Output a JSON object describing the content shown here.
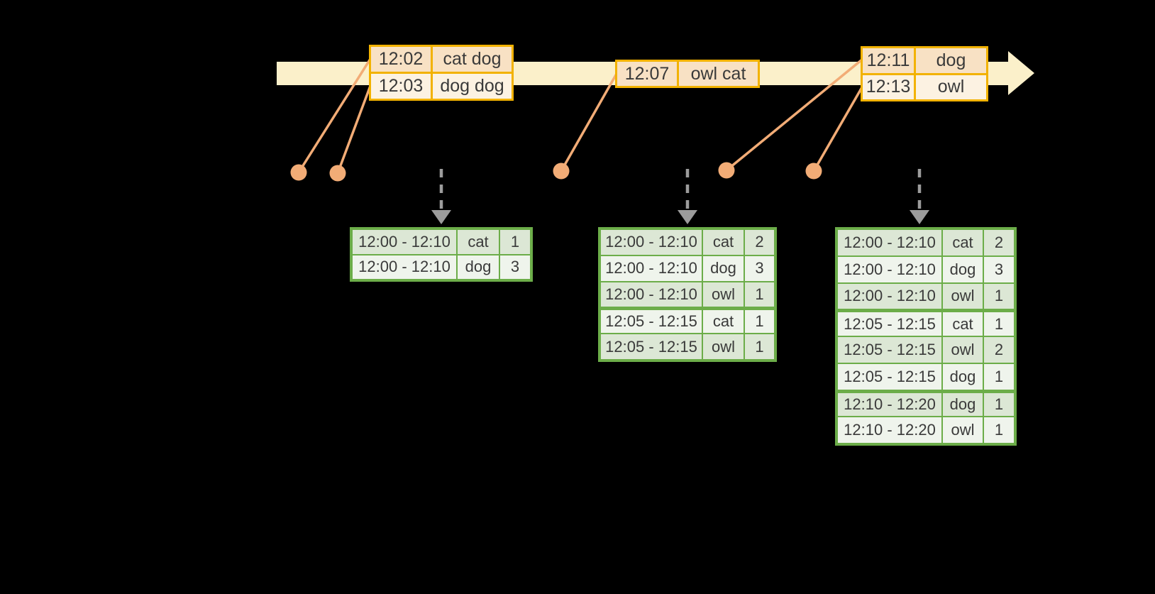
{
  "diagram": {
    "kind": "streaming-windowed-aggregation-timeline",
    "background_color": "#000000"
  },
  "colors": {
    "timeline_bar": "#FBF0CA",
    "event_table_border": "#F2B200",
    "event_row_dark": "#F8E1C4",
    "event_row_light": "#FCF2E2",
    "connector_and_dots": "#F2AC76",
    "trigger_arrow_gray": "#9C9C9C",
    "result_table_border": "#6CAD49",
    "result_row_dark": "#DCE7D5",
    "result_row_light": "#EFF4EC",
    "text": "#3A3A3A"
  },
  "timeline": {
    "direction": "left-to-right"
  },
  "event_tables": [
    {
      "rows": [
        {
          "time": "12:02",
          "words": "cat dog"
        },
        {
          "time": "12:03",
          "words": "dog dog"
        }
      ]
    },
    {
      "rows": [
        {
          "time": "12:07",
          "words": "owl cat"
        }
      ]
    },
    {
      "rows": [
        {
          "time": "12:11",
          "words": "dog"
        },
        {
          "time": "12:13",
          "words": "owl"
        }
      ]
    }
  ],
  "result_tables": [
    {
      "rows": [
        {
          "window": "12:00 - 12:10",
          "word": "cat",
          "count": "1"
        },
        {
          "window": "12:00 - 12:10",
          "word": "dog",
          "count": "3"
        }
      ]
    },
    {
      "rows": [
        {
          "window": "12:00 - 12:10",
          "word": "cat",
          "count": "2"
        },
        {
          "window": "12:00 - 12:10",
          "word": "dog",
          "count": "3"
        },
        {
          "window": "12:00 - 12:10",
          "word": "owl",
          "count": "1"
        },
        {
          "window": "12:05 - 12:15",
          "word": "cat",
          "count": "1"
        },
        {
          "window": "12:05 - 12:15",
          "word": "owl",
          "count": "1"
        }
      ]
    },
    {
      "rows": [
        {
          "window": "12:00 - 12:10",
          "word": "cat",
          "count": "2"
        },
        {
          "window": "12:00 - 12:10",
          "word": "dog",
          "count": "3"
        },
        {
          "window": "12:00 - 12:10",
          "word": "owl",
          "count": "1"
        },
        {
          "window": "12:05 - 12:15",
          "word": "cat",
          "count": "1"
        },
        {
          "window": "12:05 - 12:15",
          "word": "owl",
          "count": "2"
        },
        {
          "window": "12:05 - 12:15",
          "word": "dog",
          "count": "1"
        },
        {
          "window": "12:10 - 12:20",
          "word": "dog",
          "count": "1"
        },
        {
          "window": "12:10 - 12:20",
          "word": "owl",
          "count": "1"
        }
      ]
    }
  ]
}
